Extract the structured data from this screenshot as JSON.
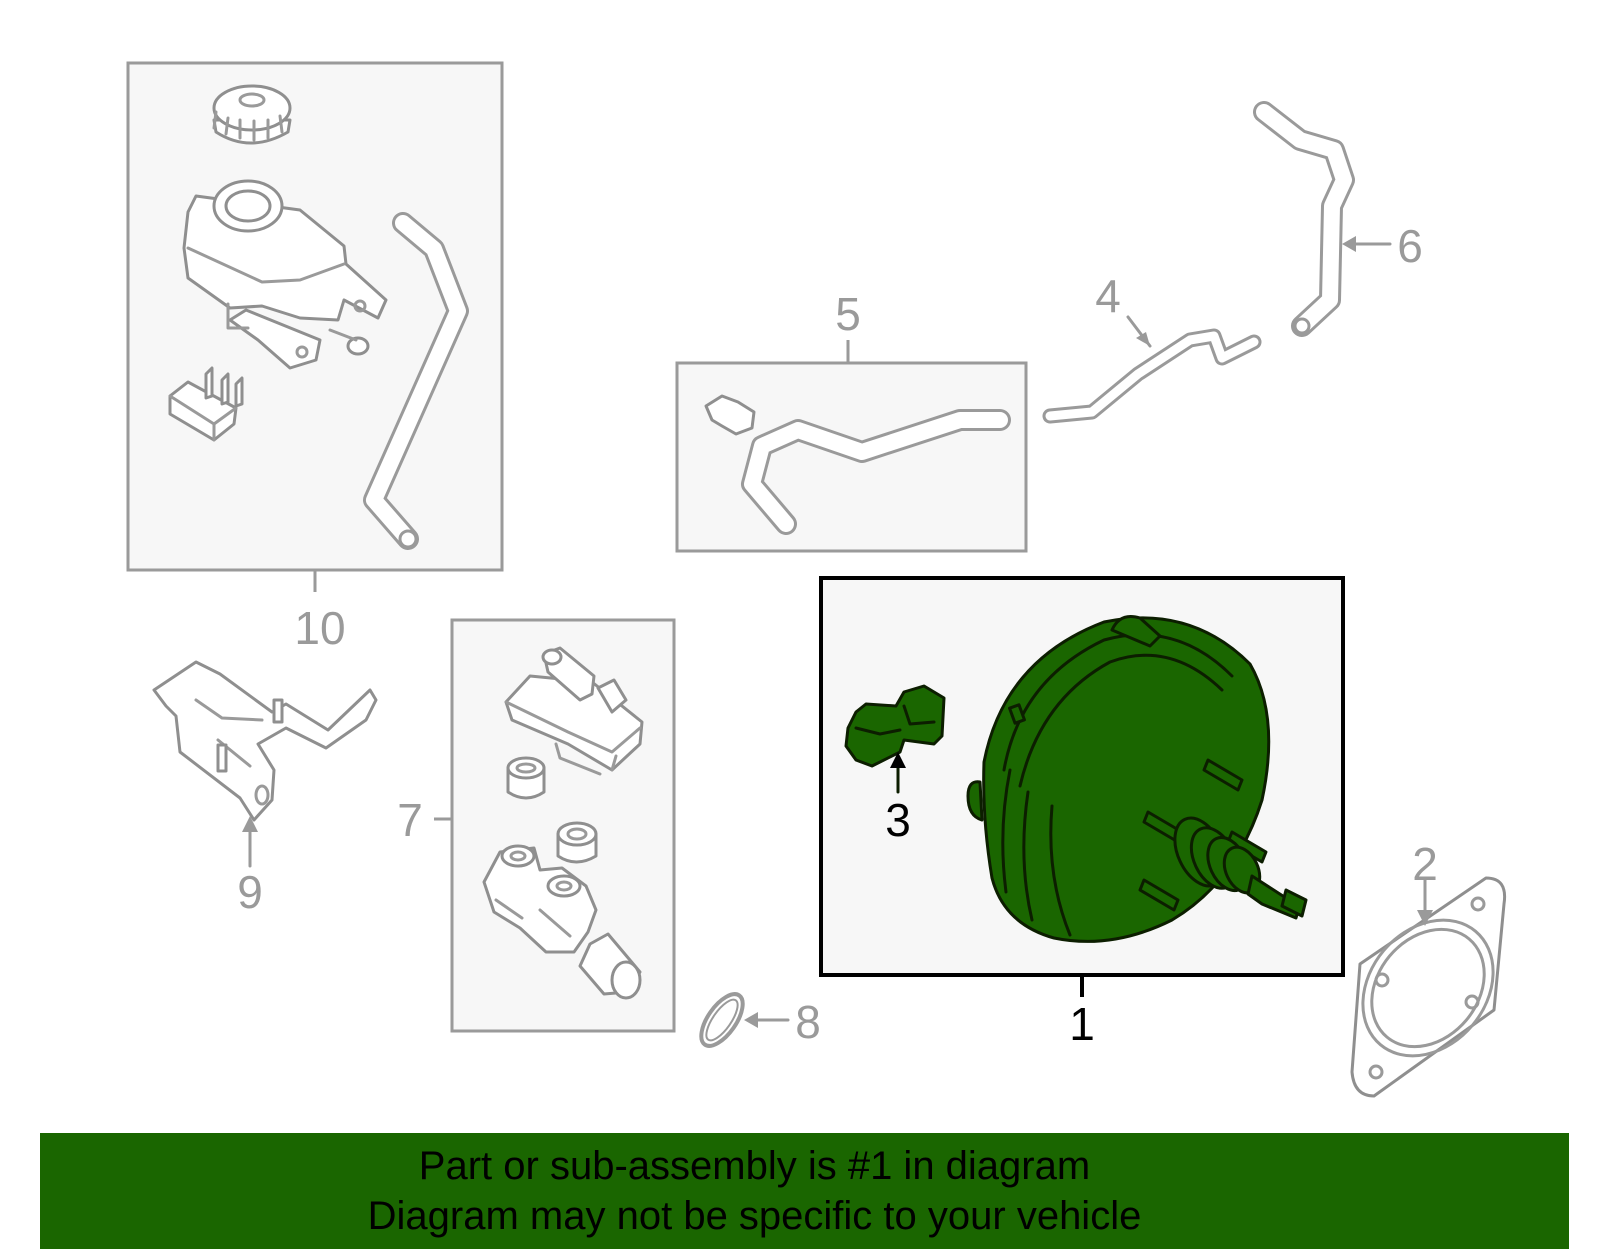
{
  "callouts": {
    "c1": "1",
    "c2": "2",
    "c3": "3",
    "c4": "4",
    "c5": "5",
    "c6": "6",
    "c7": "7",
    "c8": "8",
    "c9": "9",
    "c10": "10"
  },
  "banner": {
    "line1": "Part or sub-assembly is #1 in diagram",
    "line2": "Diagram may not be specific to your vehicle"
  },
  "colors": {
    "highlight": "#1a6600",
    "part_outline": "#9a9a9a",
    "box_fill": "#f7f7f7"
  }
}
